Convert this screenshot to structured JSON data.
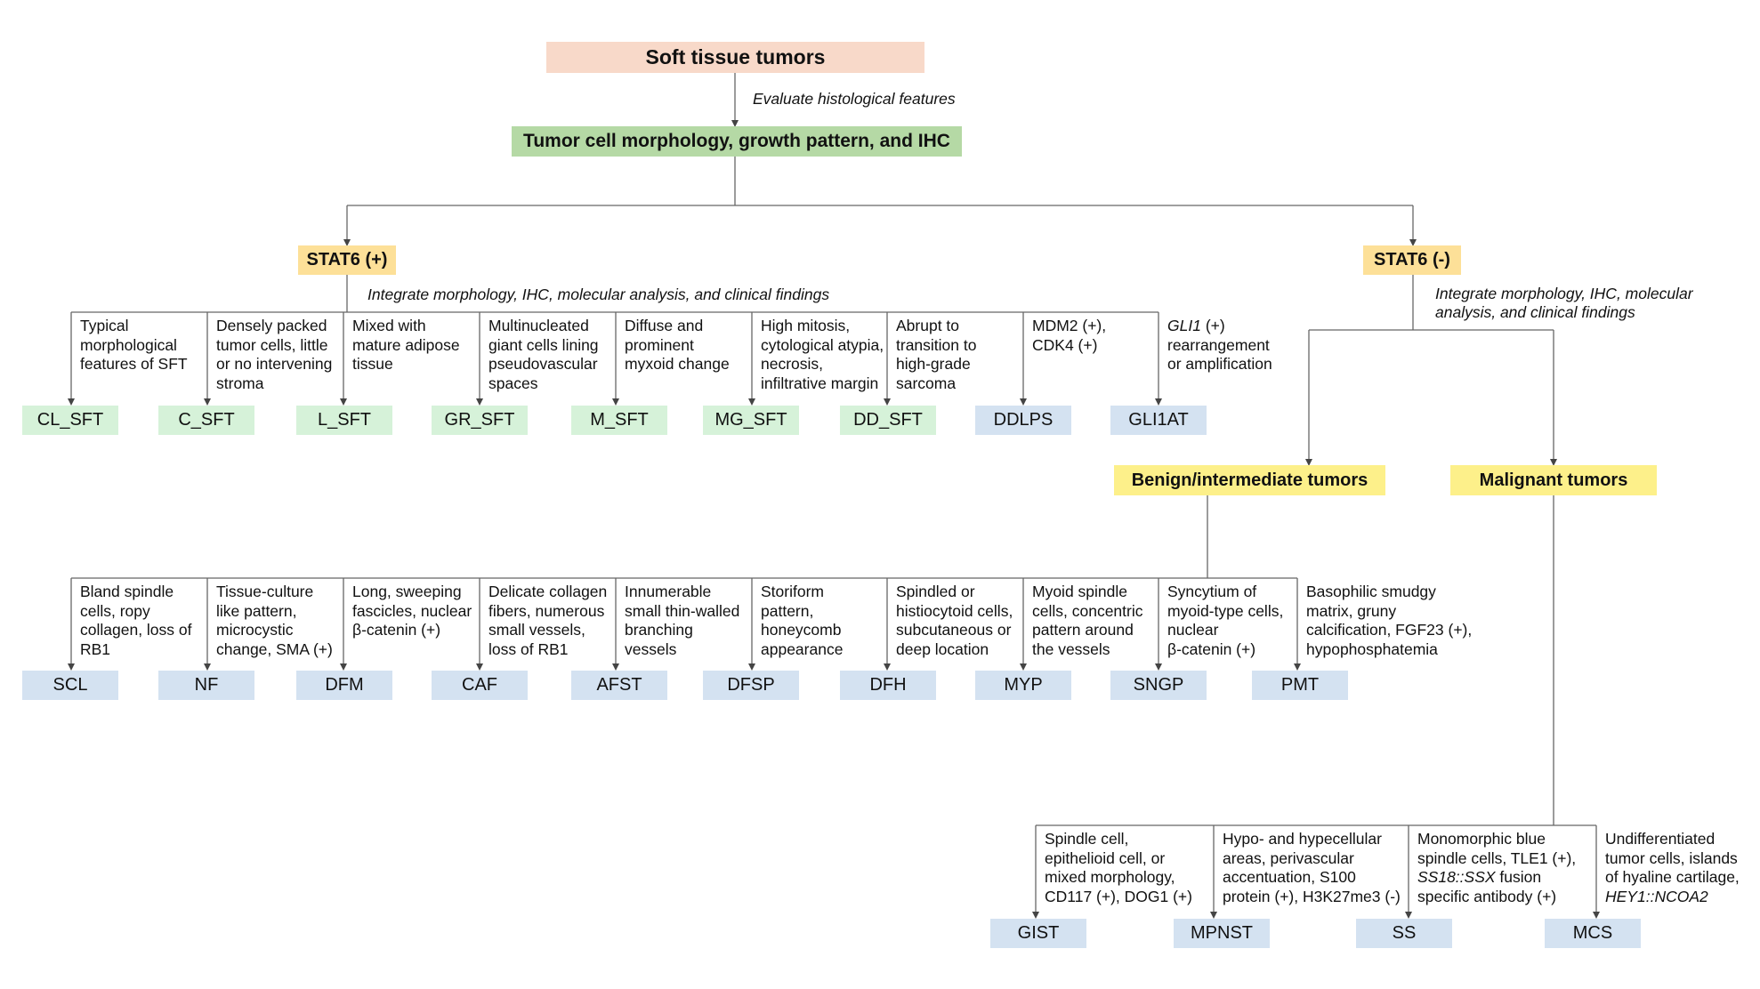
{
  "root": "Soft tissue tumors",
  "root_edge_label": "Evaluate histological features",
  "level1": "Tumor cell morphology, growth pattern, and IHC",
  "stat6_pos": {
    "label": "STAT6 (+)",
    "note": "Integrate morphology, IHC, molecular analysis, and clinical findings",
    "children": [
      {
        "label": "CL_SFT",
        "criteria": [
          "Typical",
          "morphological",
          "features of SFT"
        ]
      },
      {
        "label": "C_SFT",
        "criteria": [
          "Densely packed",
          "tumor cells, little",
          "or no intervening",
          "stroma"
        ]
      },
      {
        "label": "L_SFT",
        "criteria": [
          "Mixed with",
          "mature adipose",
          "tissue"
        ]
      },
      {
        "label": "GR_SFT",
        "criteria": [
          "Multinucleated",
          "giant cells lining",
          "pseudovascular",
          "spaces"
        ]
      },
      {
        "label": "M_SFT",
        "criteria": [
          "Diffuse and",
          "prominent",
          "myxoid change"
        ]
      },
      {
        "label": "MG_SFT",
        "criteria": [
          "High mitosis,",
          "cytological atypia,",
          "necrosis,",
          "infiltrative margin"
        ]
      },
      {
        "label": "DD_SFT",
        "criteria": [
          "Abrupt to",
          "transition to",
          "high-grade",
          "sarcoma"
        ]
      },
      {
        "label": "DDLPS",
        "criteria": [
          "MDM2 (+),",
          "CDK4 (+)"
        ]
      },
      {
        "label": "GLI1AT",
        "criteria": [
          "GLI1 (+)",
          "rearrangement",
          "or amplification"
        ]
      }
    ]
  },
  "stat6_neg": {
    "label": "STAT6 (-)",
    "note": [
      "Integrate morphology, IHC, molecular",
      "analysis, and clinical findings"
    ],
    "benign": {
      "label": "Benign/intermediate tumors",
      "children": [
        {
          "label": "SCL",
          "criteria": [
            "Bland spindle",
            "cells, ropy",
            "collagen, loss of",
            "RB1"
          ]
        },
        {
          "label": "NF",
          "criteria": [
            "Tissue-culture",
            "like pattern,",
            "microcystic",
            "change, SMA (+)"
          ]
        },
        {
          "label": "DFM",
          "criteria": [
            "Long, sweeping",
            "fascicles, nuclear",
            "β-catenin (+)"
          ]
        },
        {
          "label": "CAF",
          "criteria": [
            "Delicate collagen",
            "fibers, numerous",
            "small vessels,",
            "loss of RB1"
          ]
        },
        {
          "label": "AFST",
          "criteria": [
            "Innumerable",
            "small thin-walled",
            "branching",
            "vessels"
          ]
        },
        {
          "label": "DFSP",
          "criteria": [
            "Storiform",
            "pattern,",
            "honeycomb",
            "appearance"
          ]
        },
        {
          "label": "DFH",
          "criteria": [
            "Spindled or",
            "histiocytoid cells,",
            "subcutaneous or",
            "deep location"
          ]
        },
        {
          "label": "MYP",
          "criteria": [
            "Myoid spindle",
            "cells, concentric",
            "pattern around",
            "the vessels"
          ]
        },
        {
          "label": "SNGP",
          "criteria": [
            "Syncytium of",
            "myoid-type cells,",
            "nuclear",
            "β-catenin (+)"
          ]
        },
        {
          "label": "PMT",
          "criteria": [
            "Basophilic smudgy",
            "matrix, gruny",
            "calcification, FGF23 (+),",
            "hypophosphatemia"
          ]
        }
      ]
    },
    "malignant": {
      "label": "Malignant tumors",
      "children": [
        {
          "label": "GIST",
          "criteria": [
            "Spindle cell,",
            "epithelioid cell, or",
            "mixed morphology,",
            "CD117 (+), DOG1 (+)"
          ]
        },
        {
          "label": "MPNST",
          "criteria": [
            "Hypo- and hypecellular",
            "areas, perivascular",
            "accentuation, S100",
            "protein (+), H3K27me3 (-)"
          ]
        },
        {
          "label": "SS",
          "criteria": [
            "Monomorphic blue",
            "spindle cells, TLE1 (+),",
            "SS18::SSX fusion",
            "specific antibody (+)"
          ]
        },
        {
          "label": "MCS",
          "criteria": [
            "Undifferentiated",
            "tumor cells, islands",
            "of hyaline cartilage,",
            "HEY1::NCOA2"
          ]
        }
      ]
    }
  },
  "colors": {
    "root": "#f8d9c9",
    "level1": "#b5d9a5",
    "stat6": "#fde098",
    "group": "#fdf08a",
    "leaf_green": "#d6f2d9",
    "leaf_blue": "#d4e2f1",
    "line": "#666666"
  }
}
